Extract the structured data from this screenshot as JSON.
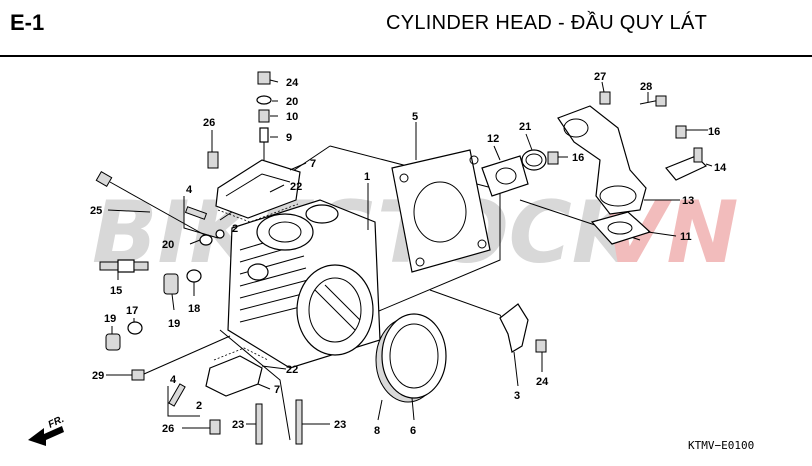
{
  "header": {
    "code": "E-1",
    "title": "CYLINDER HEAD - ĐẦU QUY LÁT"
  },
  "watermark": {
    "left": "BIKESTOCK",
    "right": "VN",
    "left_color": "#d8d8d8",
    "right_color": "#f2bcbc"
  },
  "diagram_ref": "KTMV−E0100",
  "direction_label": "FR.",
  "callouts": {
    "c1": "1",
    "c2a": "2",
    "c2b": "2",
    "c3": "3",
    "c4a": "4",
    "c4b": "4",
    "c5": "5",
    "c6": "6",
    "c7a": "7",
    "c7b": "7",
    "c8": "8",
    "c9": "9",
    "c10": "10",
    "c11": "11",
    "c12": "12",
    "c13": "13",
    "c14": "14",
    "c15": "15",
    "c16a": "16",
    "c16b": "16",
    "c17": "17",
    "c18": "18",
    "c19a": "19",
    "c19b": "19",
    "c20a": "20",
    "c20b": "20",
    "c21": "21",
    "c22a": "22",
    "c22b": "22",
    "c23a": "23",
    "c23b": "23",
    "c24a": "24",
    "c24b": "24",
    "c25": "25",
    "c26a": "26",
    "c26b": "26",
    "c27": "27",
    "c28": "28",
    "c29": "29"
  }
}
